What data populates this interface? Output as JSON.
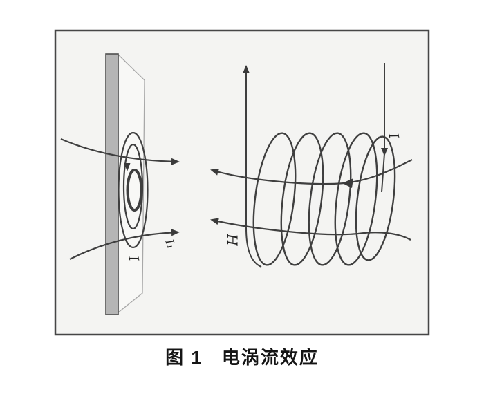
{
  "figure": {
    "caption": "图 1　电涡流效应",
    "type": "physics schematic of eddy-current effect: coil with current I produces magnetic field H whose flux lines penetrate a metal plate, inducing circular eddy currents I₁ in the plate",
    "labels": {
      "coil_current": "I",
      "magnetic_field": "H",
      "plate_current": "I",
      "eddy_current": "I₁"
    },
    "colors": {
      "border": "#464646",
      "figure_background": "#f4f4f2",
      "line_stroke": "#3f3f3f",
      "plate_edge_fill": "#b5b5b5",
      "caption_text": "#151515"
    }
  }
}
